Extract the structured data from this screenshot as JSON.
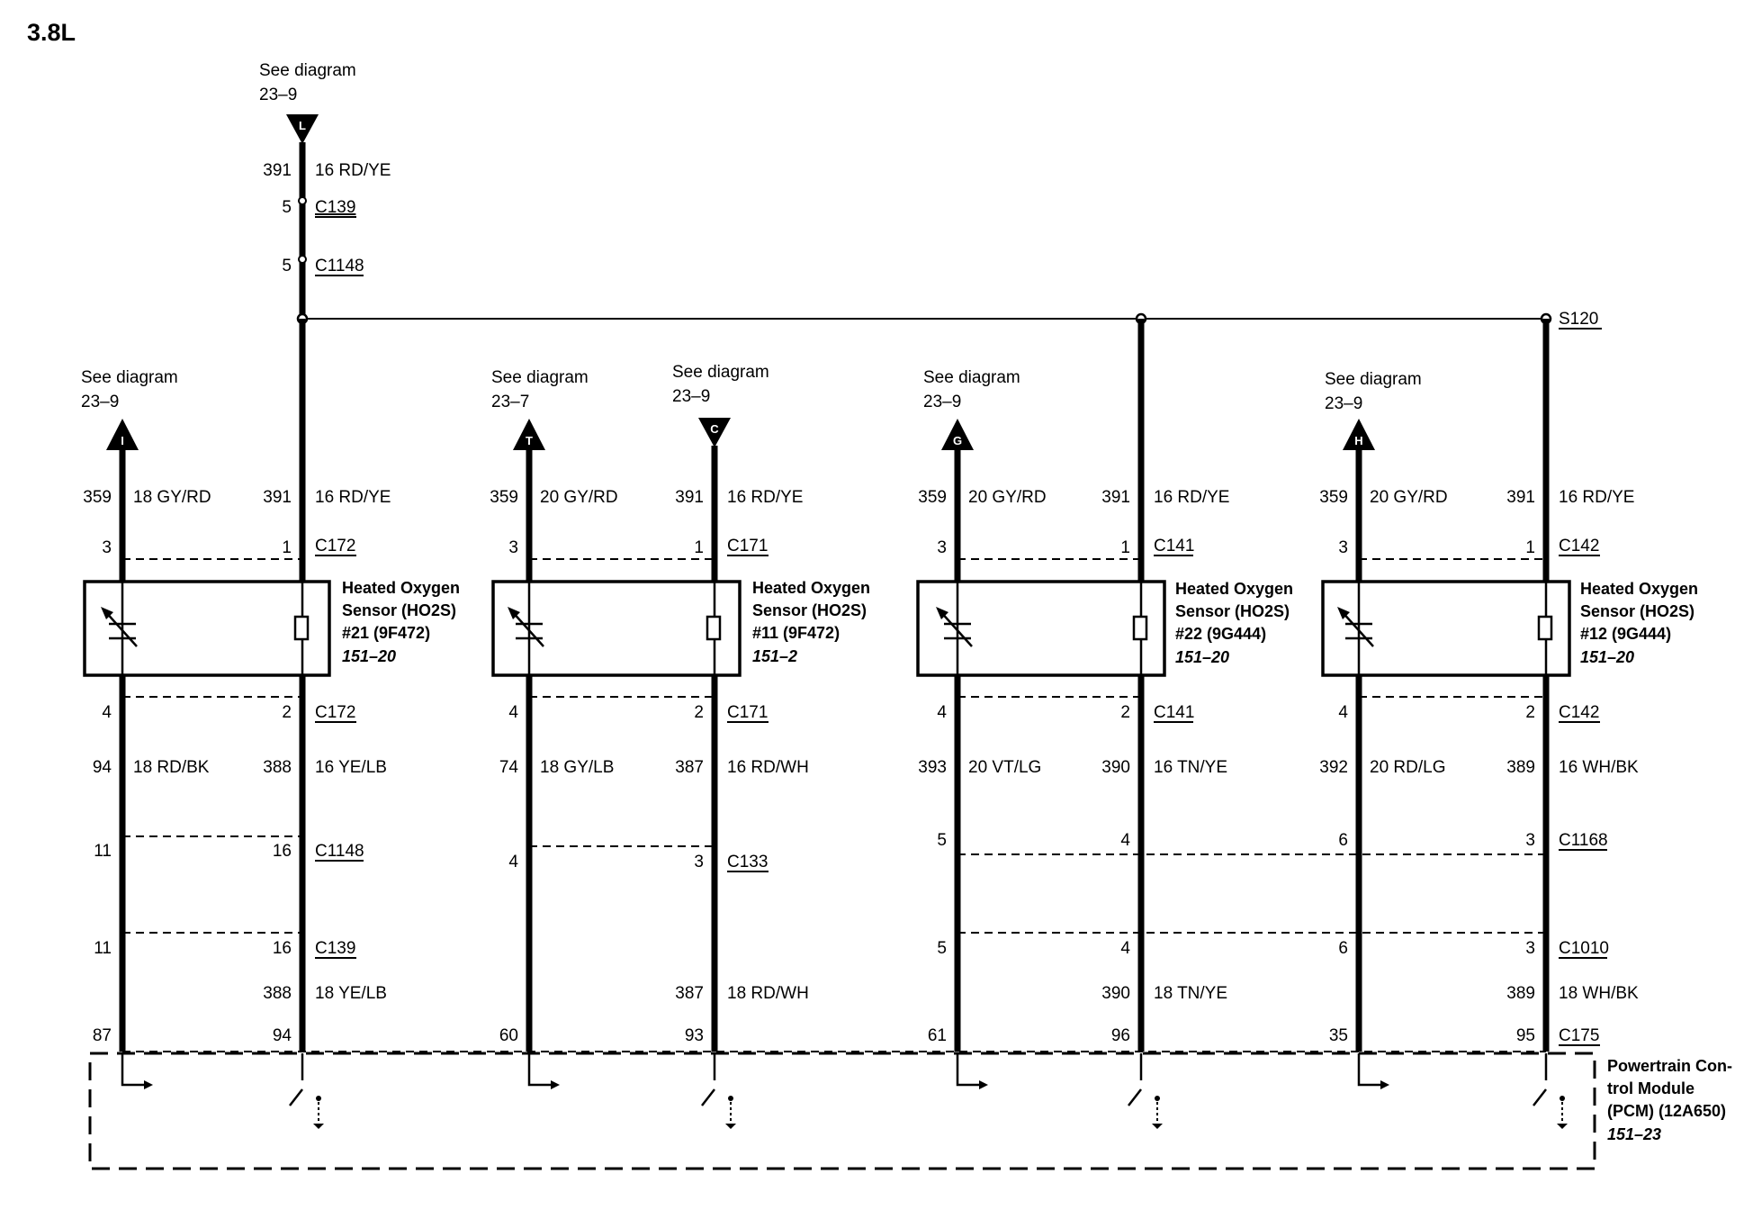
{
  "title": "3.8L",
  "top": {
    "see_diagram": "See diagram",
    "ref": "23–9",
    "arrow": "L",
    "circuit": "391",
    "wire": "16 RD/YE",
    "c1": {
      "pin": "5",
      "name": "C139"
    },
    "c2": {
      "pin": "5",
      "name": "C1148"
    }
  },
  "splice": "S120",
  "sensors": [
    {
      "see_diagram": "See diagram",
      "ref": "23–9",
      "arrow": "I",
      "sig_circuit": "359",
      "sig_wire": "18 GY/RD",
      "pwr_circuit": "391",
      "pwr_wire": "16 RD/YE",
      "pin3": "3",
      "pin1": "1",
      "conn_top": "C172",
      "name1": "Heated Oxygen",
      "name2": "Sensor (HO2S)",
      "name3": "#21 (9F472)",
      "page": "151–20",
      "pin4": "4",
      "pin2": "2",
      "conn_bot": "C172",
      "lo_circuit": "94",
      "lo_wire": "18 RD/BK",
      "ht_circuit": "388",
      "ht_wire": "16 YE/LB",
      "m1_left": "11",
      "m1_right": "16",
      "m1_conn": "C1148",
      "m2_left": "11",
      "m2_right": "16",
      "m2_conn": "C139",
      "ht_circuit2": "388",
      "ht_wire2": "18 YE/LB",
      "pcm_left": "87",
      "pcm_right": "94"
    },
    {
      "see_diagram": "See diagram",
      "ref": "23–7",
      "arrow": "T",
      "see_diagram_r": "See diagram",
      "ref_r": "23–9",
      "arrow_r": "C",
      "sig_circuit": "359",
      "sig_wire": "20 GY/RD",
      "pwr_circuit": "391",
      "pwr_wire": "16 RD/YE",
      "pin3": "3",
      "pin1": "1",
      "conn_top": "C171",
      "name1": "Heated Oxygen",
      "name2": "Sensor (HO2S)",
      "name3": "#11 (9F472)",
      "page": "151–2",
      "pin4": "4",
      "pin2": "2",
      "conn_bot": "C171",
      "lo_circuit": "74",
      "lo_wire": "18 GY/LB",
      "ht_circuit": "387",
      "ht_wire": "16 RD/WH",
      "m1_left": "4",
      "m1_right": "3",
      "m1_conn": "C133",
      "ht_circuit2": "387",
      "ht_wire2": "18 RD/WH",
      "pcm_left": "60",
      "pcm_right": "93"
    },
    {
      "see_diagram": "See diagram",
      "ref": "23–9",
      "arrow": "G",
      "sig_circuit": "359",
      "sig_wire": "20 GY/RD",
      "pwr_circuit": "391",
      "pwr_wire": "16 RD/YE",
      "pin3": "3",
      "pin1": "1",
      "conn_top": "C141",
      "name1": "Heated Oxygen",
      "name2": "Sensor (HO2S)",
      "name3": "#22 (9G444)",
      "page": "151–20",
      "pin4": "4",
      "pin2": "2",
      "conn_bot": "C141",
      "lo_circuit": "393",
      "lo_wire": "20 VT/LG",
      "ht_circuit": "390",
      "ht_wire": "16 TN/YE",
      "m1_left": "5",
      "m1_right": "4",
      "m2_left": "5",
      "m2_right": "4",
      "ht_circuit2": "390",
      "ht_wire2": "18 TN/YE",
      "pcm_left": "61",
      "pcm_right": "96"
    },
    {
      "see_diagram": "See diagram",
      "ref": "23–9",
      "arrow": "H",
      "sig_circuit": "359",
      "sig_wire": "20 GY/RD",
      "pwr_circuit": "391",
      "pwr_wire": "16 RD/YE",
      "pin3": "3",
      "pin1": "1",
      "conn_top": "C142",
      "name1": "Heated Oxygen",
      "name2": "Sensor (HO2S)",
      "name3": "#12 (9G444)",
      "page": "151–20",
      "pin4": "4",
      "pin2": "2",
      "conn_bot": "C142",
      "lo_circuit": "392",
      "lo_wire": "20 RD/LG",
      "ht_circuit": "389",
      "ht_wire": "16 WH/BK",
      "m1_left": "6",
      "m1_right": "3",
      "m1_conn": "C1168",
      "m2_left": "6",
      "m2_right": "3",
      "m2_conn": "C1010",
      "ht_circuit2": "389",
      "ht_wire2": "18 WH/BK",
      "pcm_left": "35",
      "pcm_right": "95",
      "pcm_conn": "C175"
    }
  ],
  "pcm": {
    "line1": "Powertrain Con-",
    "line2": "trol Module",
    "line3": "(PCM) (12A650)",
    "page": "151–23"
  }
}
